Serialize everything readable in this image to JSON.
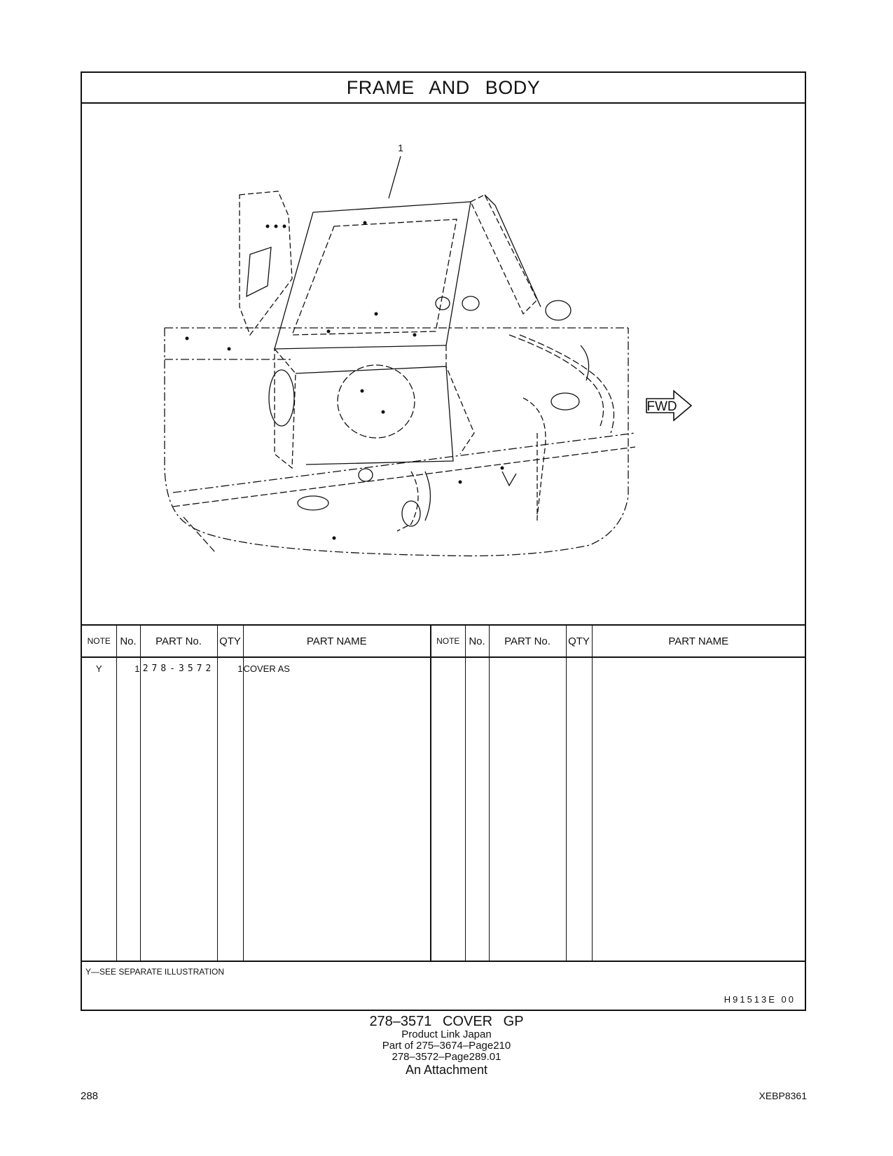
{
  "section_title": "FRAME AND BODY",
  "illustration": {
    "callout_label": "1",
    "direction_label": "FWD"
  },
  "table": {
    "headers": {
      "note": "NOTE",
      "no": "No.",
      "part_no": "PART No.",
      "qty": "QTY",
      "part_name": "PART NAME"
    },
    "rows": [
      {
        "note": "Y",
        "no": "1",
        "part_no": "278-3572",
        "qty": "1",
        "part_name": "COVER  AS"
      }
    ]
  },
  "legend": "Y—SEE  SEPARATE  ILLUSTRATION",
  "illustration_code": "H91513E   00",
  "caption": {
    "main": "278–3571  COVER  GP",
    "line1": "Product Link Japan",
    "line2": "Part of 275–3674–Page210",
    "line3": "278–3572–Page289.01",
    "line4": "An Attachment"
  },
  "page_number": "288",
  "document_number": "XEBP8361"
}
